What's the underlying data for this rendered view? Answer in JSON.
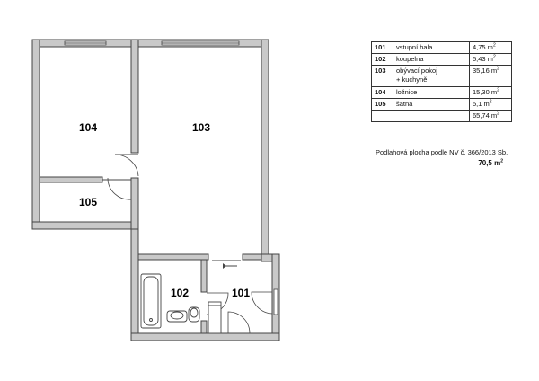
{
  "rooms": [
    {
      "id": "101",
      "name": "vstupní hala",
      "area": "4,75 m"
    },
    {
      "id": "102",
      "name": "koupelna",
      "area": "5,43 m"
    },
    {
      "id": "103",
      "name": "obývací pokoj",
      "name2": "+ kuchyně",
      "area": "35,16 m"
    },
    {
      "id": "104",
      "name": "ložnice",
      "area": "15,30 m"
    },
    {
      "id": "105",
      "name": "šatna",
      "area": "5,1 m"
    }
  ],
  "total_area": "65,74 m",
  "area_unit_exponent": "2",
  "floor_area_note": "Podlahová plocha podle NV č. 366/2013 Sb.",
  "floor_area_value": "70,5 m",
  "plan_labels": {
    "room_104": "104",
    "room_103": "103",
    "room_105": "105",
    "room_102": "102",
    "room_101": "101"
  }
}
